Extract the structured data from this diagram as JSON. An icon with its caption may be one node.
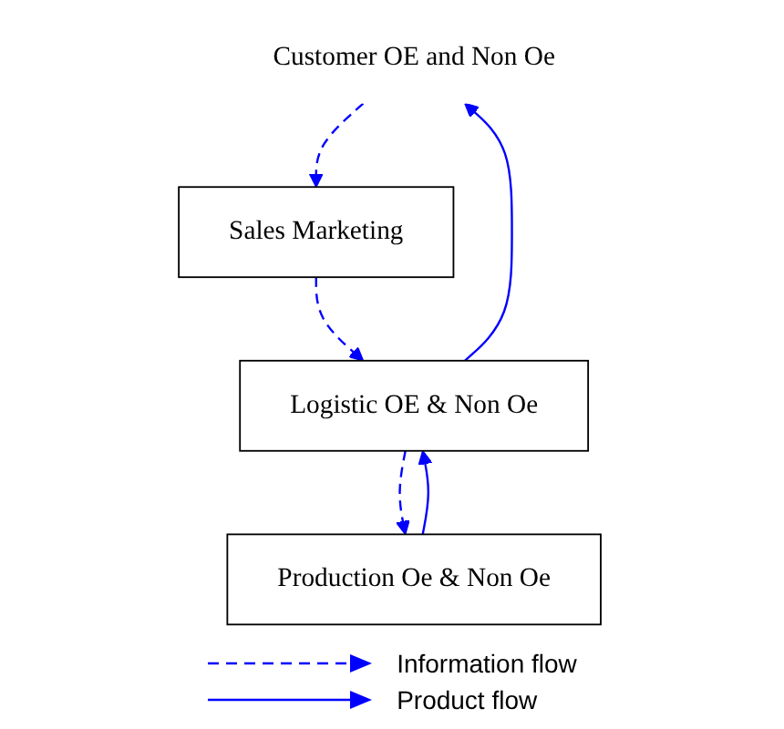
{
  "diagram": {
    "nodes": [
      {
        "text": [
          "Customer OE and Non Oe"
        ]
      },
      {
        "text": [
          "Sales Marketing"
        ]
      },
      {
        "text": [
          "Logistic OE & Non Oe"
        ]
      },
      {
        "text": [
          "Production Oe & Non Oe"
        ]
      }
    ],
    "edges": [
      {
        "from": 0,
        "to": 1,
        "arrow": "to",
        "style": "dashed"
      },
      {
        "from": 1,
        "to": 2,
        "arrow": "to",
        "style": "dashed"
      },
      {
        "from": 2,
        "to": 3,
        "arrow": "to",
        "style": "dashed"
      },
      {
        "from": 2,
        "to": 0,
        "arrow": "to"
      },
      {
        "from": 3,
        "to": 2,
        "arrow": "to"
      }
    ],
    "legend": [
      {
        "text": "Information flow"
      },
      {
        "text": "Product flow"
      }
    ]
  }
}
